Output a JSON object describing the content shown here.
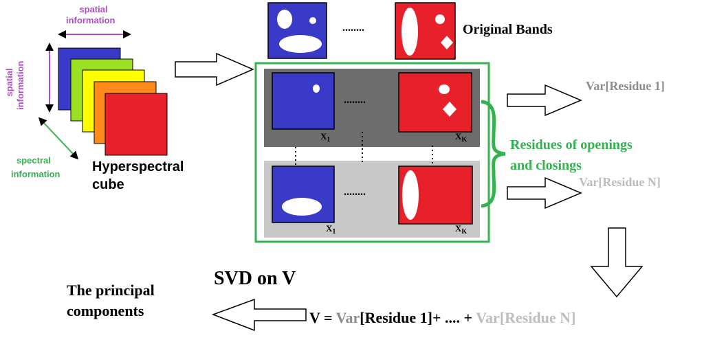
{
  "labels": {
    "spatial_top": [
      "spatial",
      "information"
    ],
    "spatial_left": [
      "spatial",
      "information"
    ],
    "spectral": [
      "spectral",
      "information"
    ],
    "hyperspectral": [
      "Hyperspectral",
      "cube"
    ],
    "original_bands": "Original Bands",
    "dots": "........",
    "x_base": "X",
    "sub_1": "1",
    "sub_k": "K",
    "residues": [
      "Residues of openings",
      "and closings"
    ],
    "var_open": "Var",
    "residue_1": "[Residue 1]",
    "residue_n": "[Residue N]",
    "svd": "SVD on V",
    "principal": [
      "The principal",
      "components"
    ],
    "equation_prefix": "V = ",
    "equation_middle": "+ .... + "
  },
  "colors": {
    "blue": "#3a3ac8",
    "red": "#e8202a",
    "green": "#35b250",
    "purple": "#b04cc8",
    "cube": [
      "#3a3ac8",
      "#9be022",
      "#ffff00",
      "#ff8a1c",
      "#e8202a"
    ]
  }
}
